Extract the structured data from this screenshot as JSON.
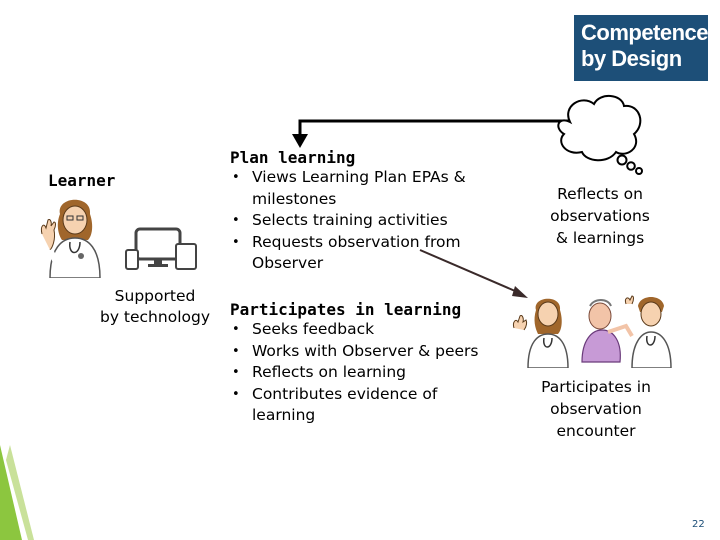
{
  "logo": {
    "line1": "Competence",
    "line2": "by Design"
  },
  "learner": {
    "label": "Learner"
  },
  "supported": {
    "line1": "Supported",
    "line2": "by technology"
  },
  "plan": {
    "title": "Plan learning",
    "items": [
      "Views Learning Plan EPAs & milestones",
      "Selects training activities",
      "Requests observation from Observer"
    ]
  },
  "participates": {
    "title": "Participates in learning",
    "items": [
      "Seeks feedback",
      "Works with Observer & peers",
      "Reflects on learning",
      "Contributes evidence of learning"
    ]
  },
  "reflects": {
    "line1": "Reflects on",
    "line2": "observations",
    "line3": "& learnings"
  },
  "encounter": {
    "line1": "Participates in",
    "line2": "observation",
    "line3": "encounter"
  },
  "page_number": "22",
  "colors": {
    "accent_green": "#8cc63f",
    "brand_blue": "#1d4f78"
  }
}
